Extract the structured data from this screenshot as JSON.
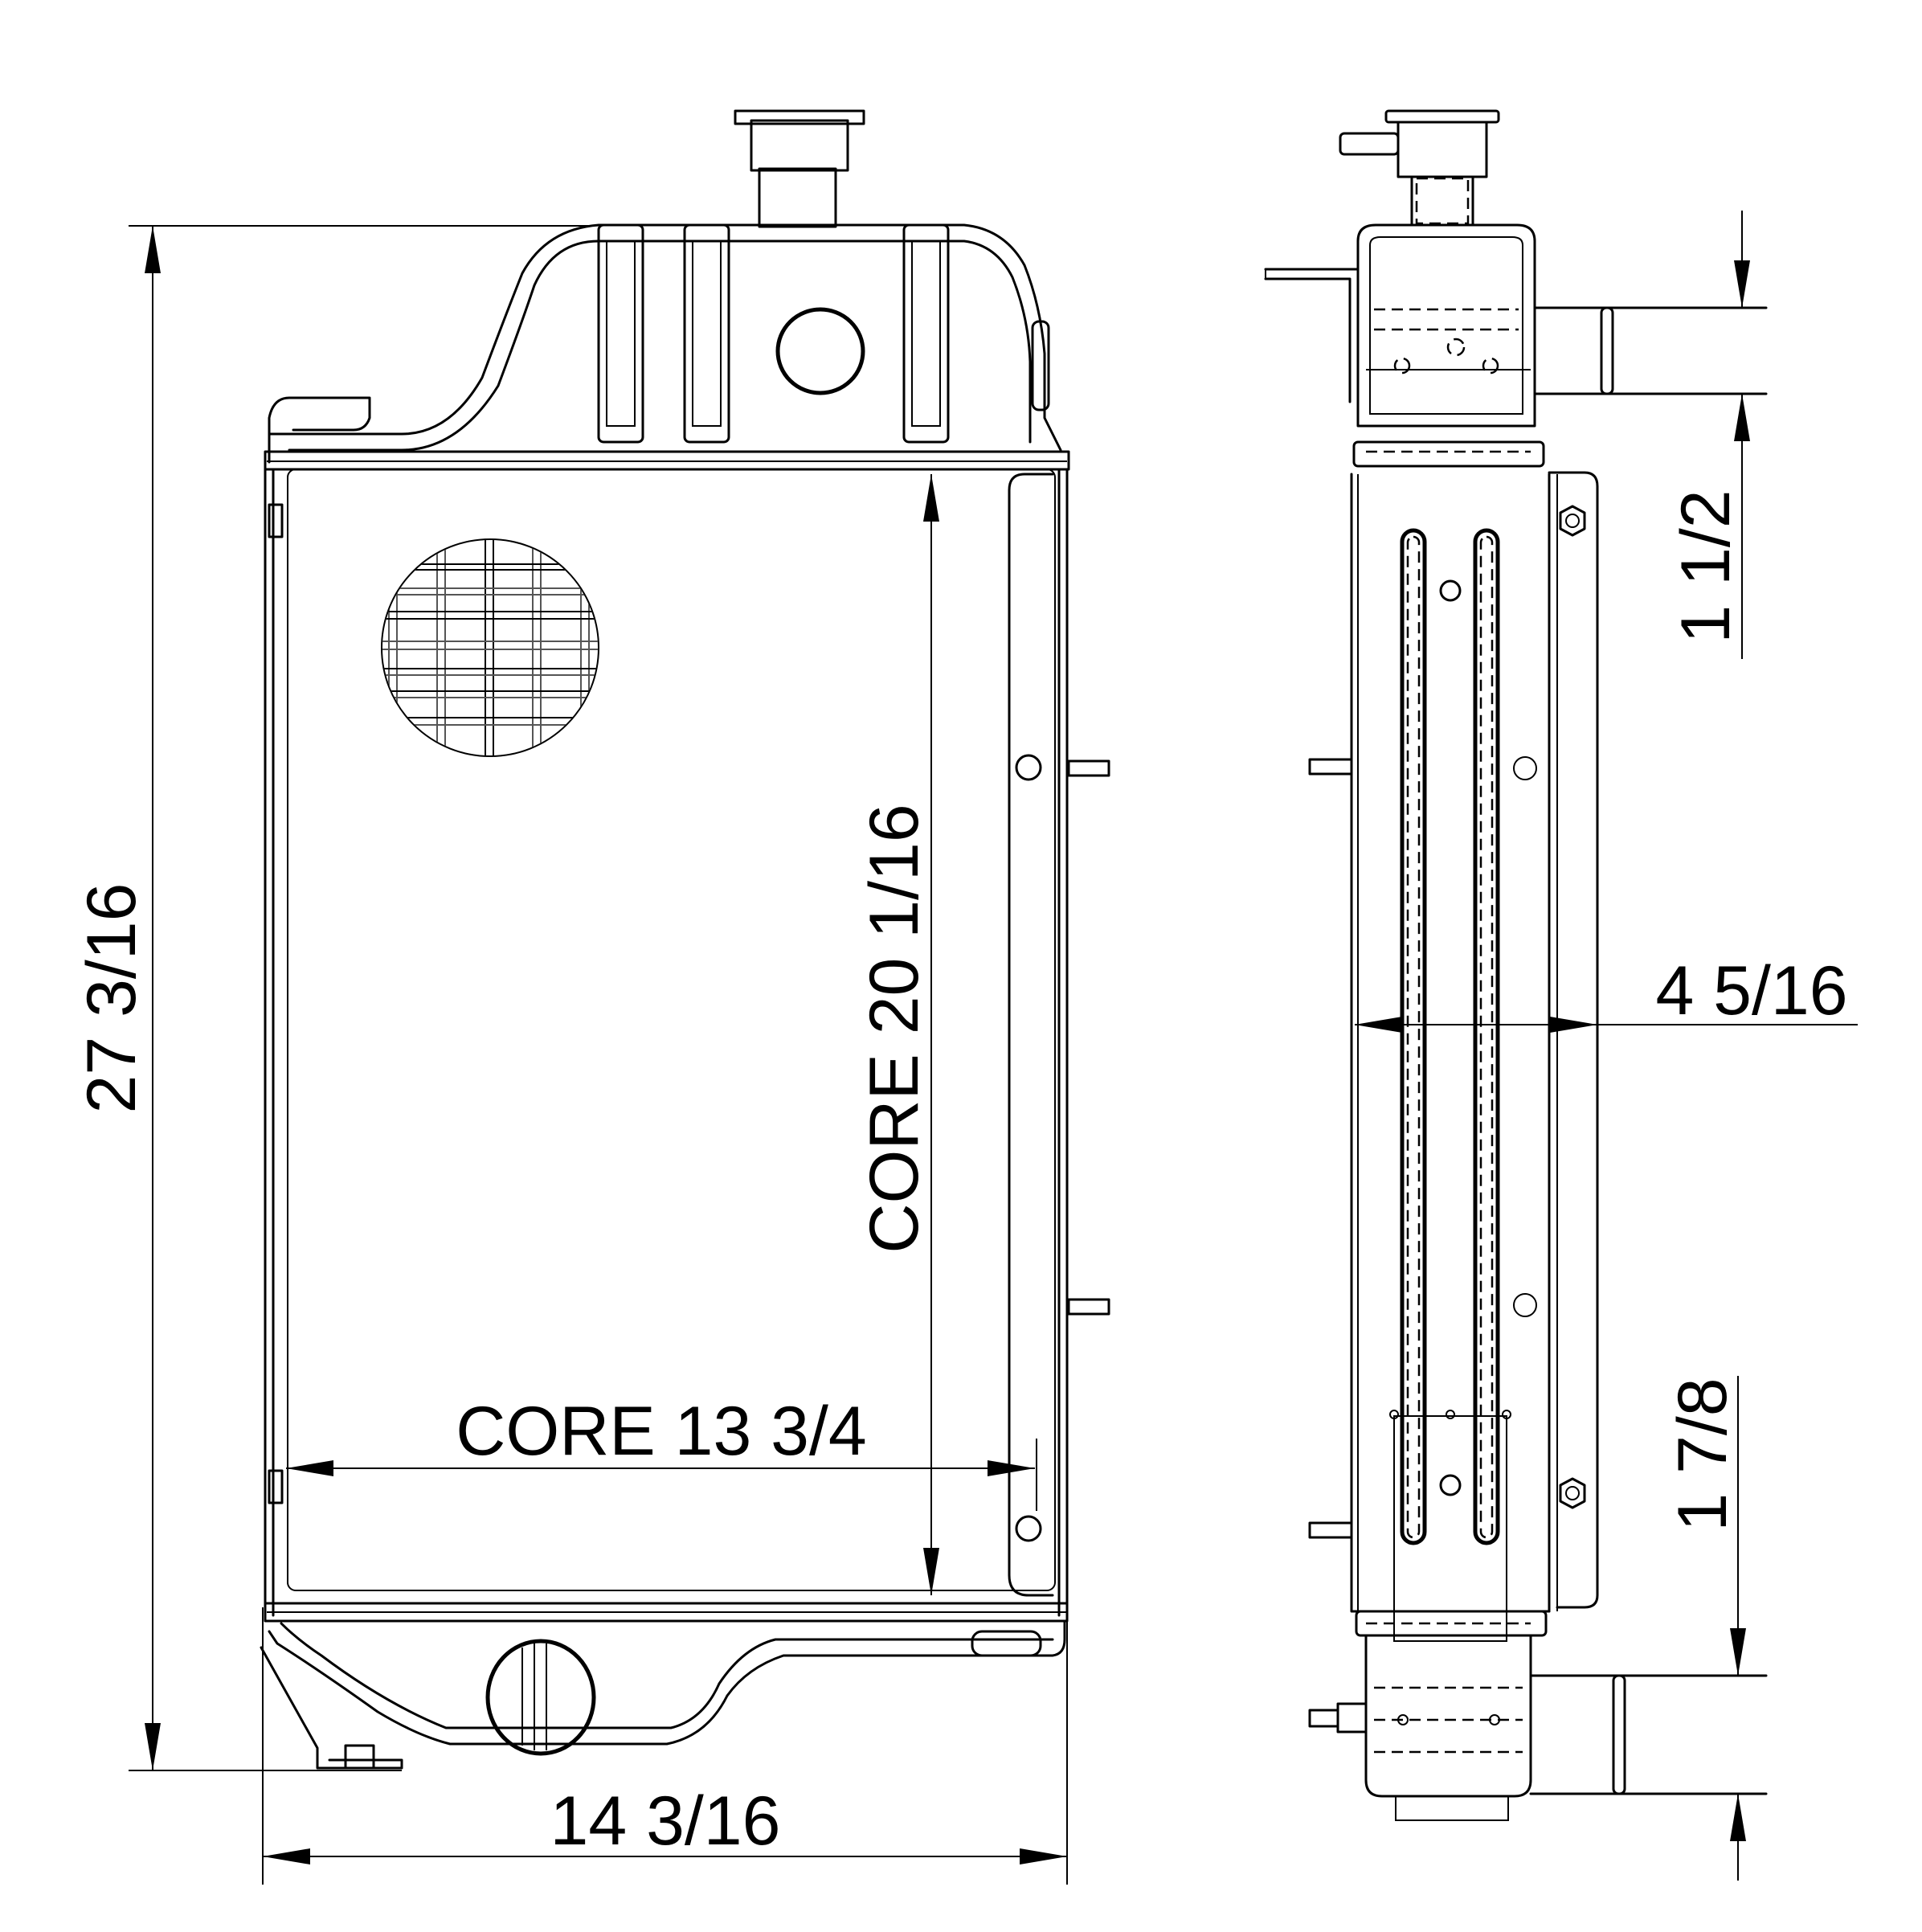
{
  "drawing": {
    "subject": "Radiator dimension drawing",
    "views": [
      "front-view",
      "side-view"
    ],
    "line_color": "#000000",
    "background": "#ffffff"
  },
  "dimensions": {
    "overall_height": "27 3/16",
    "overall_width": "14 3/16",
    "core_height": "CORE 20 1/16",
    "core_width": "CORE 13 3/4",
    "core_depth": "4 5/16",
    "inlet_diameter": "1 1/2",
    "outlet_diameter": "1 7/8"
  }
}
